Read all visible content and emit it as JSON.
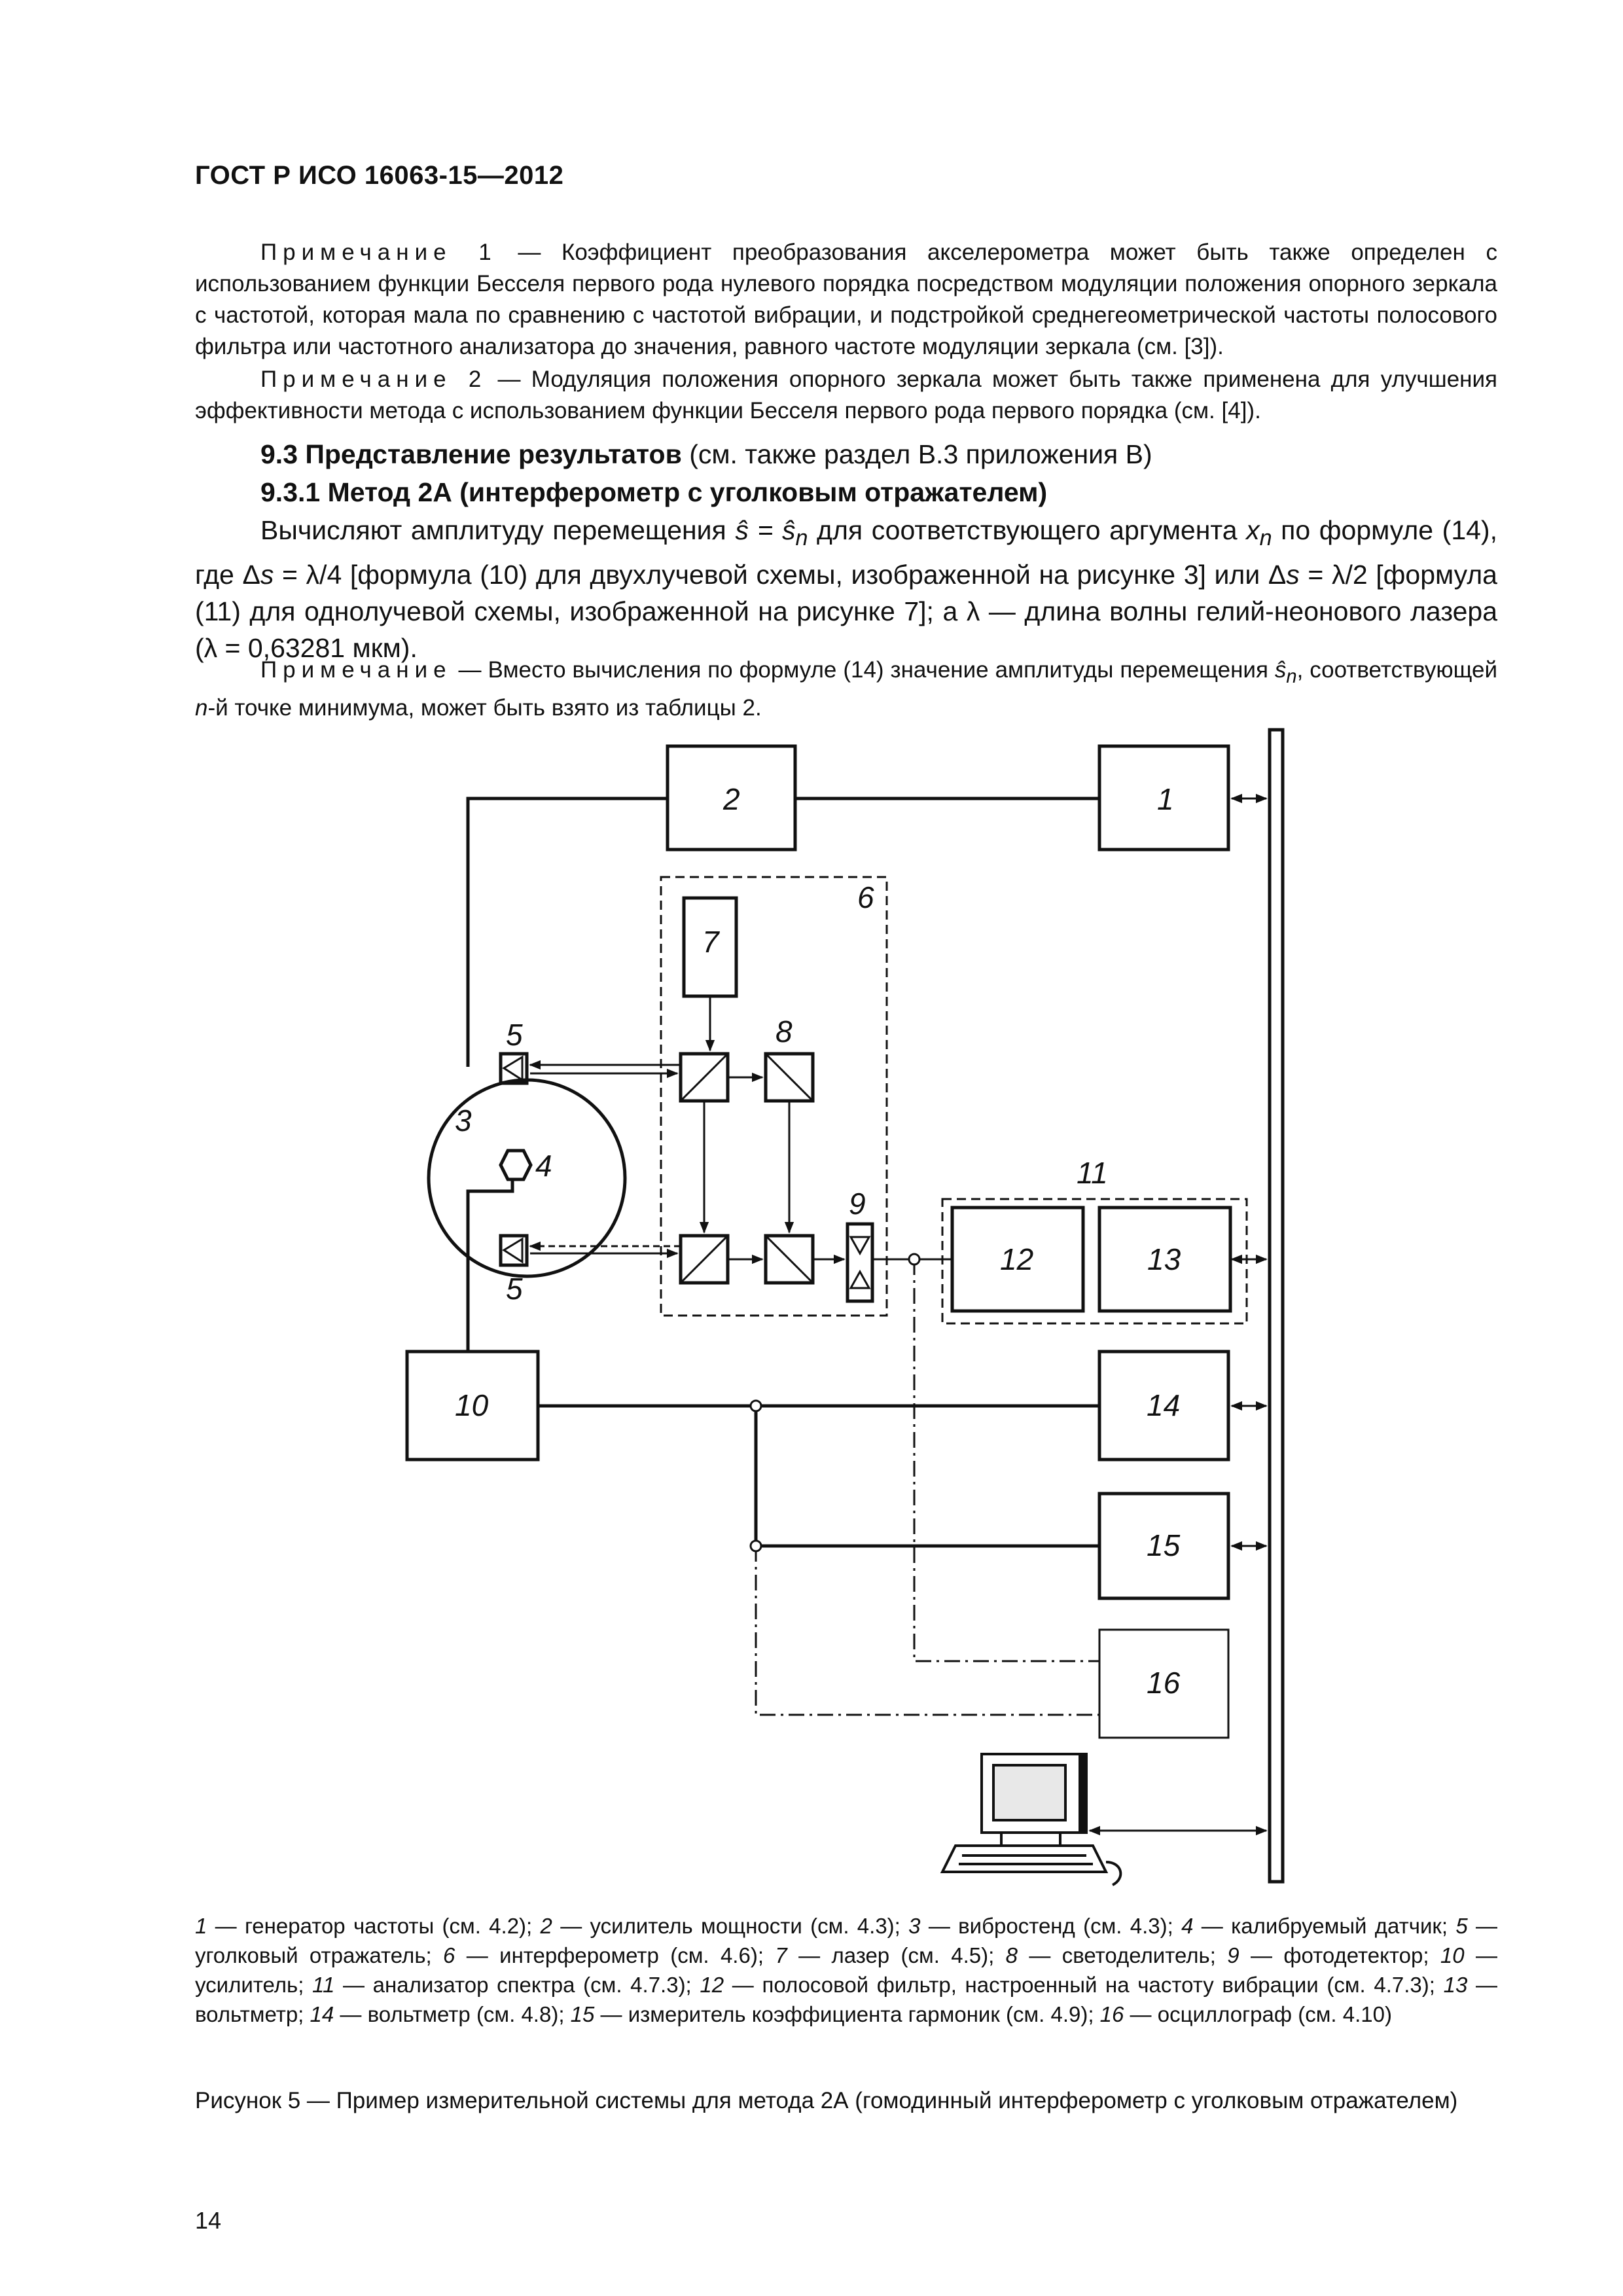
{
  "header": {
    "doc_id": "ГОСТ Р ИСО 16063-15—2012"
  },
  "notes_top": [
    {
      "lead": "Примечание 1",
      "text": " — Коэффициент преобразования акселерометра может быть также определен с использованием функции Бесселя первого рода нулевого порядка посредством модуляции положения опорного зеркала с частотой, которая мала по сравнению с частотой вибрации, и подстройкой среднегеометрической частоты полосового фильтра или частотного анализатора до значения, равного частоте модуляции зеркала (см. [3])."
    },
    {
      "lead": "Примечание 2",
      "text": " — Модуляция положения опорного зеркала может быть также применена для улучшения эффективности метода с использованием функции Бесселя первого рода первого порядка (см. [4])."
    }
  ],
  "section_9_3": {
    "heading": "9.3 Представление результатов",
    "rest": " (см. также раздел В.3 приложения В)"
  },
  "section_9_3_1": {
    "heading": "9.3.1 Метод 2А (интерферометр с уголковым отражателем)"
  },
  "paragraph": {
    "p1": "Вычисляют амплитуду перемещения ",
    "s_eq": "ŝ = ŝ",
    "sub_n": "n",
    "p2": " для соответствующего аргумента ",
    "x": "x",
    "sub_n2": "n",
    "p3": " по формуле (14), где Δ",
    "s1": "s",
    "p4": " = λ/4 [формула (10) для двухлучевой схемы, изображенной на рисунке 3] или Δ",
    "s2": "s",
    "p5": " = λ/2 [формула (11) для однолучевой схемы, изображенной на рисунке 7]; а λ — длина волны гелий-неонового лазера (λ = 0,63281 мкм)."
  },
  "note_bottom": {
    "lead": "Примечание",
    "p1": " — Вместо вычисления по формуле (14) значение амплитуды перемещения ",
    "s_hat": "ŝ",
    "sub_n": "n",
    "p2": ", соответствующей ",
    "n": "n",
    "p3": "-й точке минимума, может быть взято из таблицы 2."
  },
  "diagram": {
    "labels": {
      "b1": "1",
      "b2": "2",
      "b3": "3",
      "b4": "4",
      "b5a": "5",
      "b5b": "5",
      "b6": "6",
      "b7": "7",
      "b8": "8",
      "b9": "9",
      "b10": "10",
      "b11": "11",
      "b12": "12",
      "b13": "13",
      "b14": "14",
      "b15": "15",
      "b16": "16"
    }
  },
  "legend": [
    {
      "n": "1",
      "t": " — генератор частоты (см. 4.2); "
    },
    {
      "n": "2",
      "t": " — усилитель мощности (см. 4.3); "
    },
    {
      "n": "3",
      "t": " — вибростенд (см. 4.3); "
    },
    {
      "n": "4",
      "t": " — калибруемый датчик; "
    },
    {
      "n": "5",
      "t": " — уголковый отражатель; "
    },
    {
      "n": "6",
      "t": " — интерферометр (см. 4.6); "
    },
    {
      "n": "7",
      "t": " — лазер (см. 4.5); "
    },
    {
      "n": "8",
      "t": " — светоделитель; "
    },
    {
      "n": "9",
      "t": " — фотодетектор; "
    },
    {
      "n": "10",
      "t": " — усилитель; "
    },
    {
      "n": "11",
      "t": " — анализатор спектра (см. 4.7.3); "
    },
    {
      "n": "12",
      "t": " — полосовой фильтр, настроенный на частоту вибрации (см. 4.7.3); "
    },
    {
      "n": "13",
      "t": " — вольтметр; "
    },
    {
      "n": "14",
      "t": " — вольтметр (см. 4.8); "
    },
    {
      "n": "15",
      "t": " — измеритель коэффициента гармоник (см. 4.9); "
    },
    {
      "n": "16",
      "t": " — осциллограф (см. 4.10)"
    }
  ],
  "caption": "Рисунок 5 — Пример измерительной системы для метода 2А (гомодинный интерферометр с уголковым отражателем)",
  "page_number": "14"
}
